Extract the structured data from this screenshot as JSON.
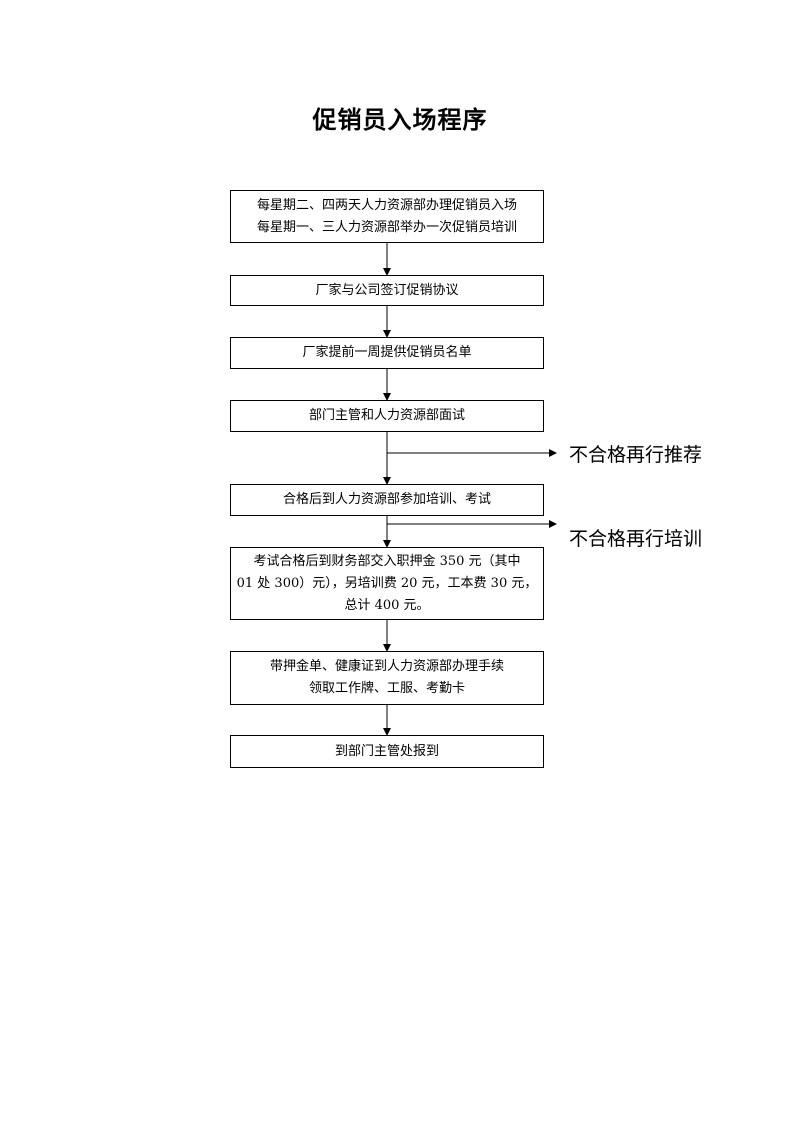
{
  "title": "促销员入场程序",
  "steps": [
    {
      "lines": [
        "每星期二、四两天人力资源部办理促销员入场",
        "每星期一、三人力资源部举办一次促销员培训"
      ]
    },
    {
      "lines": [
        "厂家与公司签订促销协议"
      ]
    },
    {
      "lines": [
        "厂家提前一周提供促销员名单"
      ]
    },
    {
      "lines": [
        "部门主管和人力资源部面试"
      ]
    },
    {
      "lines": [
        "合格后到人力资源部参加培训、考试"
      ]
    },
    {
      "lines": [
        "考试合格后到财务部交入职押金 350 元（其中",
        "01 处 300）元），另培训费 20 元，工本费 30 元，",
        "总计 400 元。"
      ]
    },
    {
      "lines": [
        "带押金单、健康证到人力资源部办理手续",
        "领取工作牌、工服、考勤卡"
      ]
    },
    {
      "lines": [
        "到部门主管处报到"
      ]
    }
  ],
  "branches": [
    {
      "label": "不合格再行推荐"
    },
    {
      "label": "不合格再行培训"
    }
  ]
}
